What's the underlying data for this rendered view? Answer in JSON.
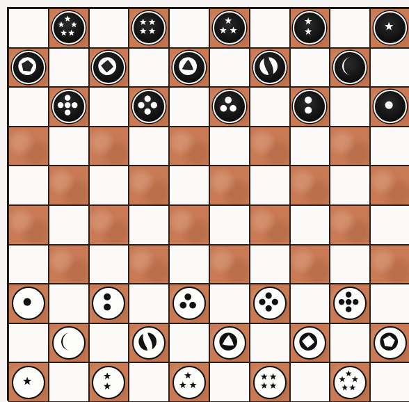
{
  "board": {
    "size": 10,
    "dark_color": "#c97a55",
    "light_color": "#fbfaf8"
  },
  "pieces": [
    {
      "row": 0,
      "col": 1,
      "color": "black",
      "symbol": "stars",
      "count": 5
    },
    {
      "row": 0,
      "col": 3,
      "color": "black",
      "symbol": "stars",
      "count": 4
    },
    {
      "row": 0,
      "col": 5,
      "color": "black",
      "symbol": "stars",
      "count": 3
    },
    {
      "row": 0,
      "col": 7,
      "color": "black",
      "symbol": "stars",
      "count": 2
    },
    {
      "row": 0,
      "col": 9,
      "color": "black",
      "symbol": "stars",
      "count": 1
    },
    {
      "row": 1,
      "col": 0,
      "color": "black",
      "symbol": "swirl",
      "count": 5
    },
    {
      "row": 1,
      "col": 2,
      "color": "black",
      "symbol": "swirl",
      "count": 4
    },
    {
      "row": 1,
      "col": 4,
      "color": "black",
      "symbol": "swirl",
      "count": 3
    },
    {
      "row": 1,
      "col": 6,
      "color": "black",
      "symbol": "swirl",
      "count": 2
    },
    {
      "row": 1,
      "col": 8,
      "color": "black",
      "symbol": "swirl",
      "count": 1
    },
    {
      "row": 2,
      "col": 1,
      "color": "black",
      "symbol": "dots",
      "count": 5
    },
    {
      "row": 2,
      "col": 3,
      "color": "black",
      "symbol": "dots",
      "count": 4
    },
    {
      "row": 2,
      "col": 5,
      "color": "black",
      "symbol": "dots",
      "count": 3
    },
    {
      "row": 2,
      "col": 7,
      "color": "black",
      "symbol": "dots",
      "count": 2
    },
    {
      "row": 2,
      "col": 9,
      "color": "black",
      "symbol": "dots",
      "count": 1
    },
    {
      "row": 7,
      "col": 0,
      "color": "white",
      "symbol": "dots",
      "count": 1
    },
    {
      "row": 7,
      "col": 2,
      "color": "white",
      "symbol": "dots",
      "count": 2
    },
    {
      "row": 7,
      "col": 4,
      "color": "white",
      "symbol": "dots",
      "count": 3
    },
    {
      "row": 7,
      "col": 6,
      "color": "white",
      "symbol": "dots",
      "count": 4
    },
    {
      "row": 7,
      "col": 8,
      "color": "white",
      "symbol": "dots",
      "count": 5
    },
    {
      "row": 8,
      "col": 1,
      "color": "white",
      "symbol": "swirl",
      "count": 1
    },
    {
      "row": 8,
      "col": 3,
      "color": "white",
      "symbol": "swirl",
      "count": 2
    },
    {
      "row": 8,
      "col": 5,
      "color": "white",
      "symbol": "swirl",
      "count": 3
    },
    {
      "row": 8,
      "col": 7,
      "color": "white",
      "symbol": "swirl",
      "count": 4
    },
    {
      "row": 8,
      "col": 9,
      "color": "white",
      "symbol": "swirl",
      "count": 5
    },
    {
      "row": 9,
      "col": 0,
      "color": "white",
      "symbol": "stars",
      "count": 1
    },
    {
      "row": 9,
      "col": 2,
      "color": "white",
      "symbol": "stars",
      "count": 2
    },
    {
      "row": 9,
      "col": 4,
      "color": "white",
      "symbol": "stars",
      "count": 3
    },
    {
      "row": 9,
      "col": 6,
      "color": "white",
      "symbol": "stars",
      "count": 4
    },
    {
      "row": 9,
      "col": 8,
      "color": "white",
      "symbol": "stars",
      "count": 5
    }
  ]
}
